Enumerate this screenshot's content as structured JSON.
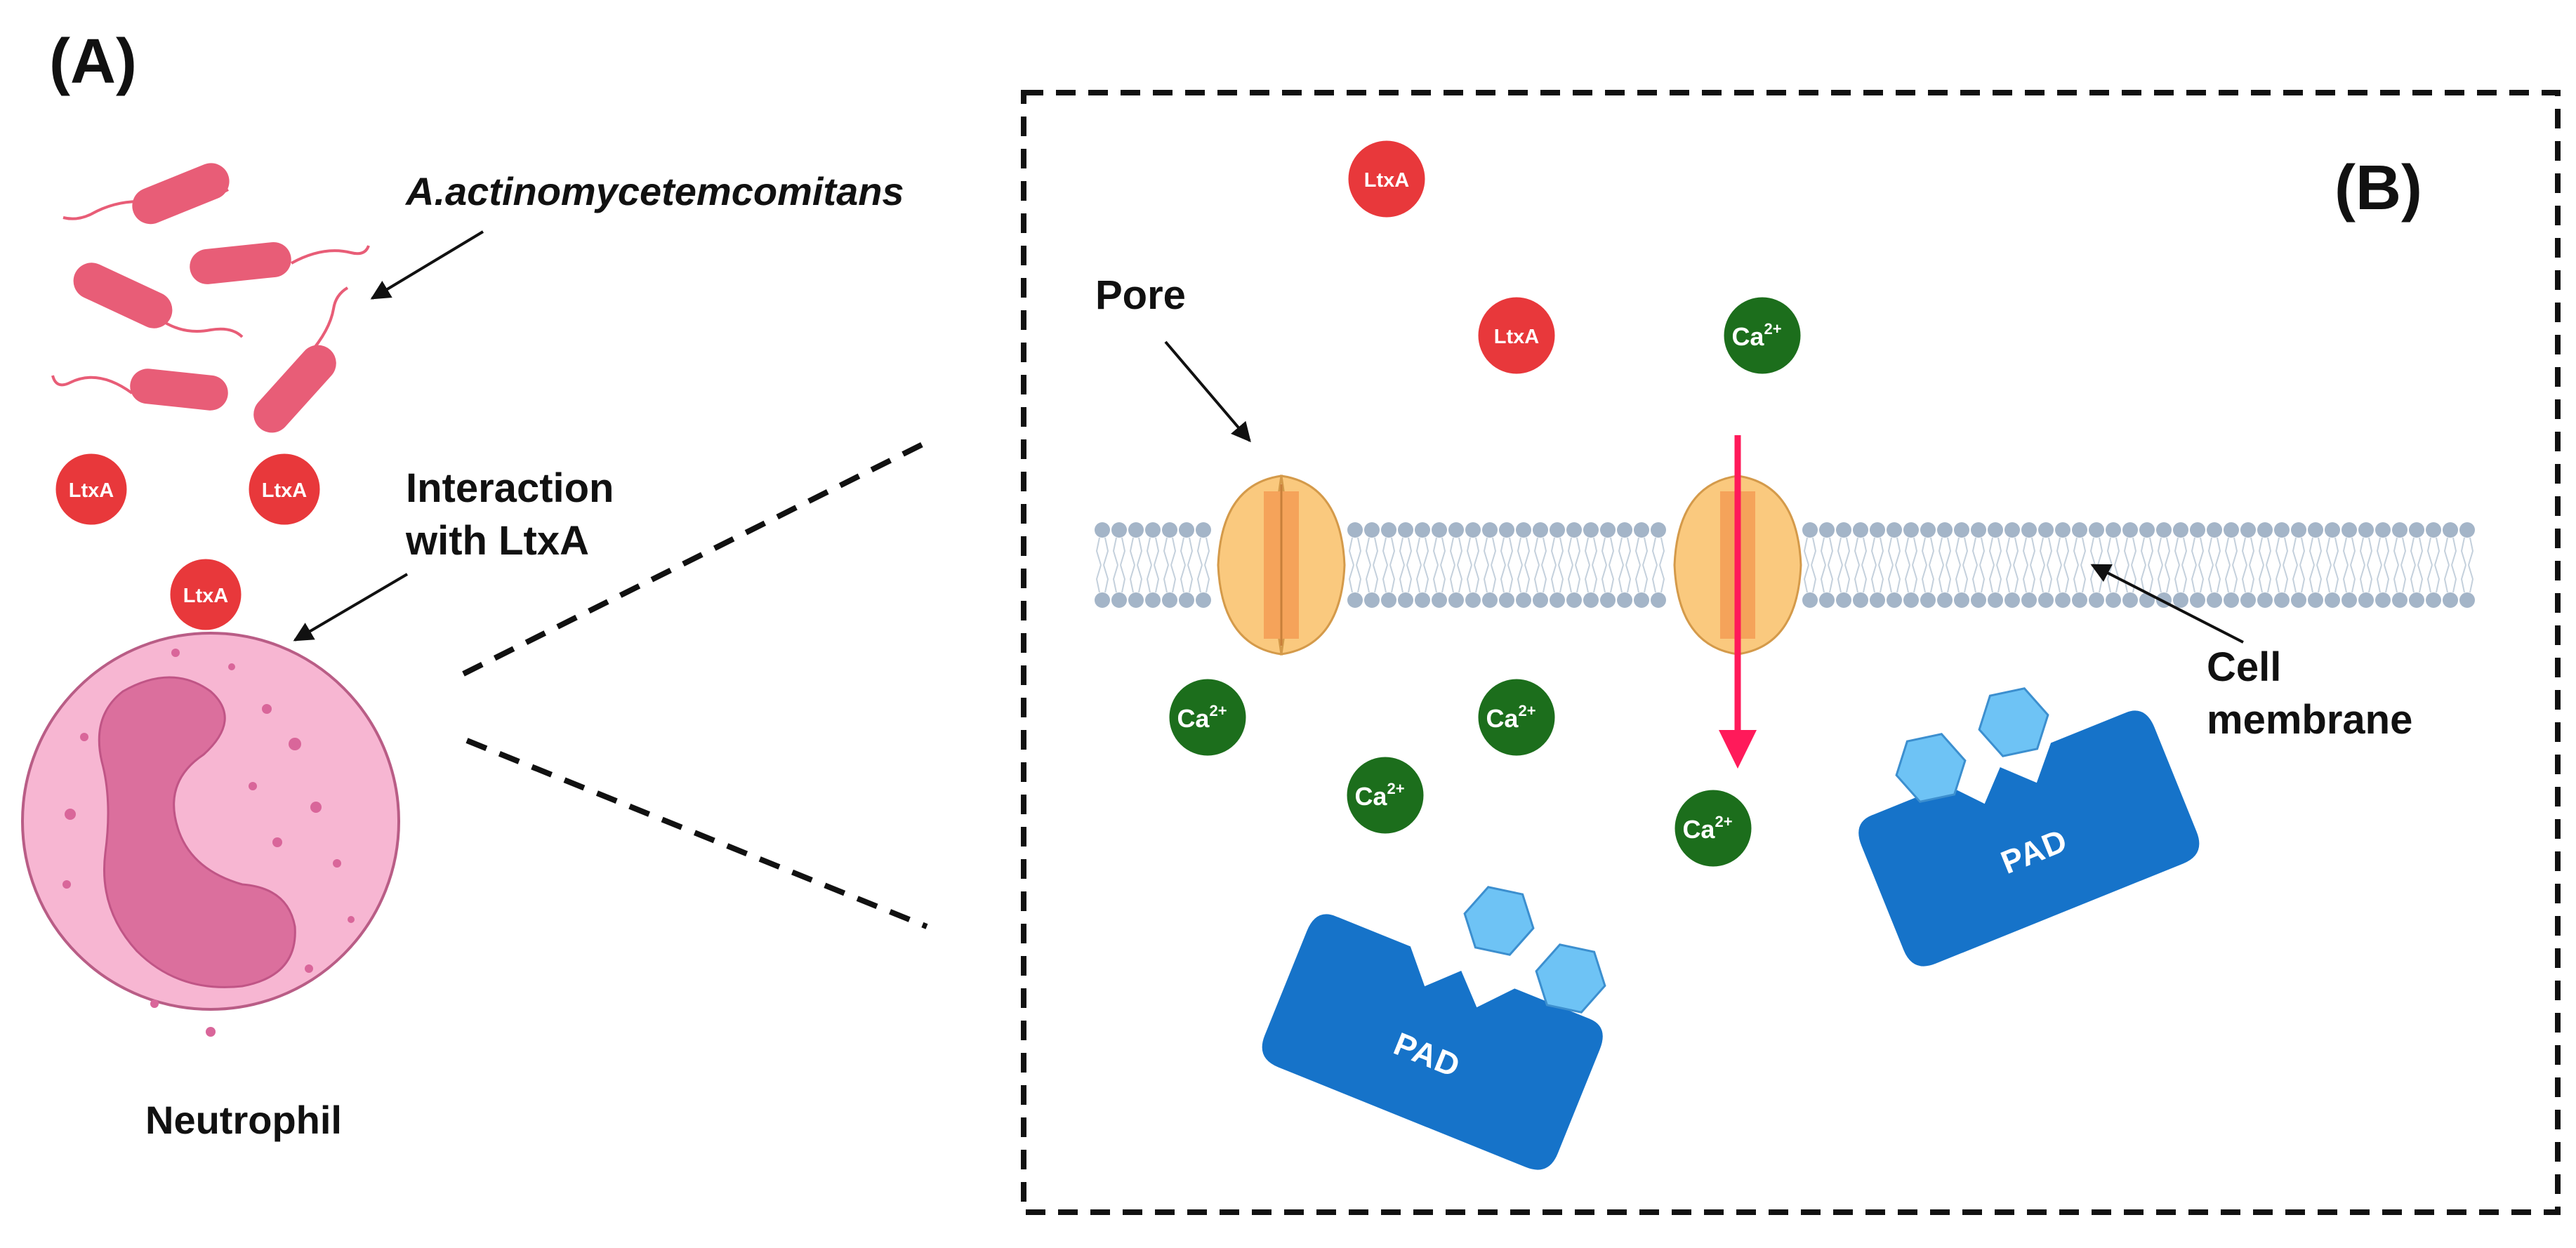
{
  "panel_a": {
    "tag": "(A)",
    "bacteria_label": "A.actinomycetemcomitans",
    "interaction_label_line1": "Interaction",
    "interaction_label_line2": "with LtxA",
    "neutrophil_label": "Neutrophil",
    "ltxa_molecules": [
      "LtxA",
      "LtxA",
      "LtxA"
    ]
  },
  "panel_b": {
    "tag": "(B)",
    "pore_label": "Pore",
    "membrane_label_line1": "Cell",
    "membrane_label_line2": "membrane",
    "ltxa_molecules": [
      "LtxA",
      "LtxA"
    ],
    "calcium_symbol": "Ca",
    "calcium_charge": "2+",
    "pad_label": "PAD"
  },
  "colors": {
    "ltxa_fill": "#e8383b",
    "calcium_fill": "#1c6e1c",
    "pad_fill": "#1673c9",
    "hexagon_fill": "#6ec3f5",
    "pore_fill": "#fac97e",
    "pore_core": "#f5a35a",
    "influx_arrow": "#ff1a5a",
    "neutrophil_fill": "#f7b6d2",
    "nucleus_fill": "#db6f9d",
    "bacteria_fill": "#e85d77",
    "membrane_head": "#a4b5c8"
  }
}
